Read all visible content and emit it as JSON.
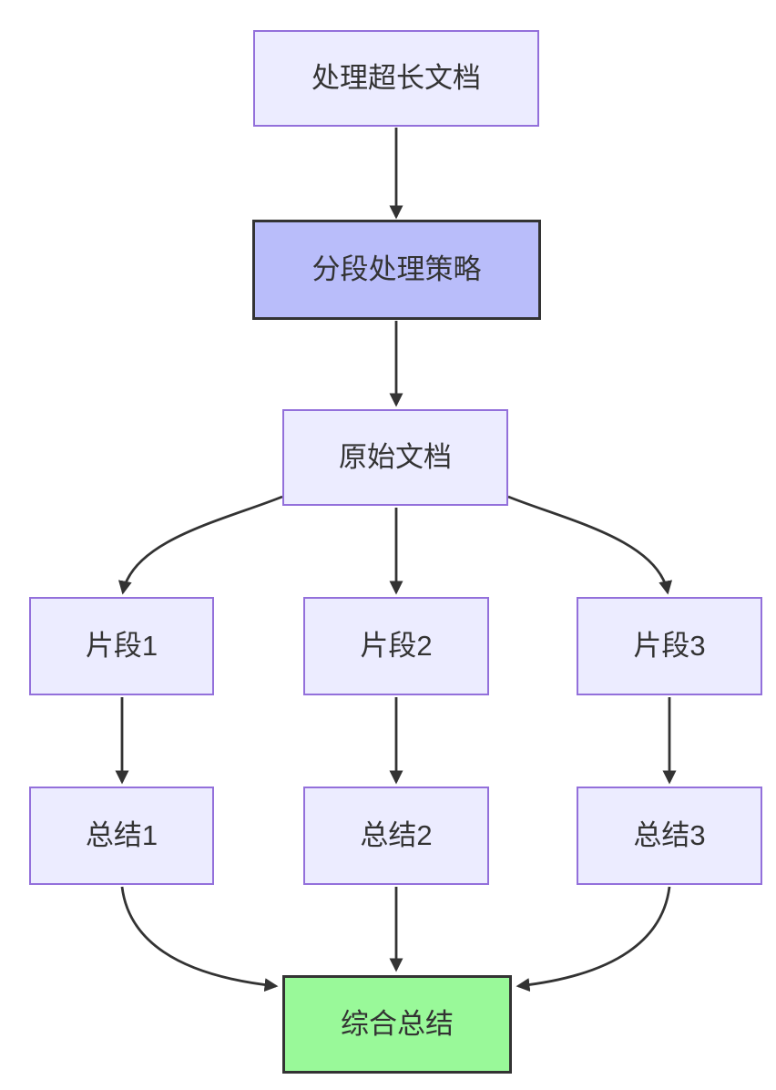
{
  "diagram": {
    "type": "flowchart",
    "direction": "top-down",
    "nodes": {
      "task": {
        "label": "处理超长文档",
        "style": "default"
      },
      "strategy": {
        "label": "分段处理策略",
        "style": "highlight"
      },
      "doc": {
        "label": "原始文档",
        "style": "default"
      },
      "frag1": {
        "label": "片段1",
        "style": "default"
      },
      "frag2": {
        "label": "片段2",
        "style": "default"
      },
      "frag3": {
        "label": "片段3",
        "style": "default"
      },
      "sum1": {
        "label": "总结1",
        "style": "default"
      },
      "sum2": {
        "label": "总结2",
        "style": "default"
      },
      "sum3": {
        "label": "总结3",
        "style": "default"
      },
      "final": {
        "label": "综合总结",
        "style": "success"
      }
    },
    "edges": [
      {
        "from": "task",
        "to": "strategy"
      },
      {
        "from": "strategy",
        "to": "doc"
      },
      {
        "from": "doc",
        "to": "frag1"
      },
      {
        "from": "doc",
        "to": "frag2"
      },
      {
        "from": "doc",
        "to": "frag3"
      },
      {
        "from": "frag1",
        "to": "sum1"
      },
      {
        "from": "frag2",
        "to": "sum2"
      },
      {
        "from": "frag3",
        "to": "sum3"
      },
      {
        "from": "sum1",
        "to": "final"
      },
      {
        "from": "sum2",
        "to": "final"
      },
      {
        "from": "sum3",
        "to": "final"
      }
    ],
    "colors": {
      "node_fill": "#ECECFF",
      "node_border": "#9370DB",
      "highlight_fill": "#b9bdfa",
      "highlight_border": "#333333",
      "success_fill": "#99f999",
      "success_border": "#333333",
      "edge": "#333333",
      "text": "#333333",
      "background": "#ffffff"
    }
  }
}
